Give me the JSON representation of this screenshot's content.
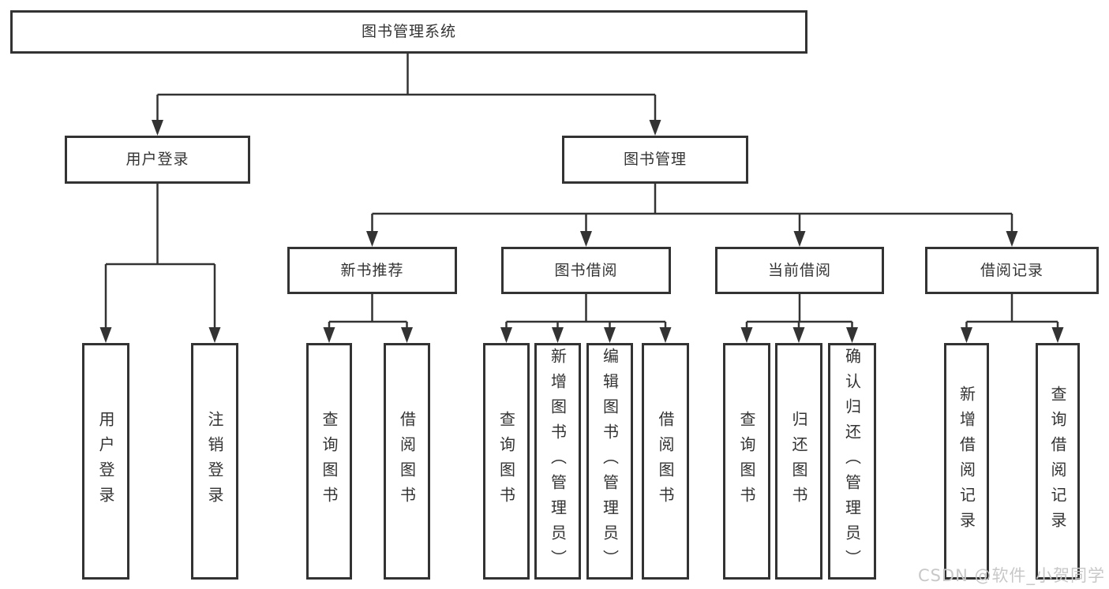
{
  "tree": {
    "label": "图书管理系统",
    "children": [
      {
        "label": "用户登录",
        "children": [
          {
            "label": "用户登录"
          },
          {
            "label": "注销登录"
          }
        ]
      },
      {
        "label": "图书管理",
        "children": [
          {
            "label": "新书推荐",
            "children": [
              {
                "label": "查询图书"
              },
              {
                "label": "借阅图书"
              }
            ]
          },
          {
            "label": "图书借阅",
            "children": [
              {
                "label": "查询图书"
              },
              {
                "label": "新增图书（管理员）"
              },
              {
                "label": "编辑图书（管理员）"
              },
              {
                "label": "借阅图书"
              }
            ]
          },
          {
            "label": "当前借阅",
            "children": [
              {
                "label": "查询图书"
              },
              {
                "label": "归还图书"
              },
              {
                "label": "确认归还（管理员）"
              }
            ]
          },
          {
            "label": "借阅记录",
            "children": [
              {
                "label": "新增借阅记录"
              },
              {
                "label": "查询借阅记录"
              }
            ]
          }
        ]
      }
    ]
  },
  "watermark": {
    "text": "CSDN @软件_小贺同学"
  },
  "colors": {
    "line": "#333333",
    "text": "#333333",
    "watermark": "#c8c8c8",
    "background": "#ffffff"
  }
}
